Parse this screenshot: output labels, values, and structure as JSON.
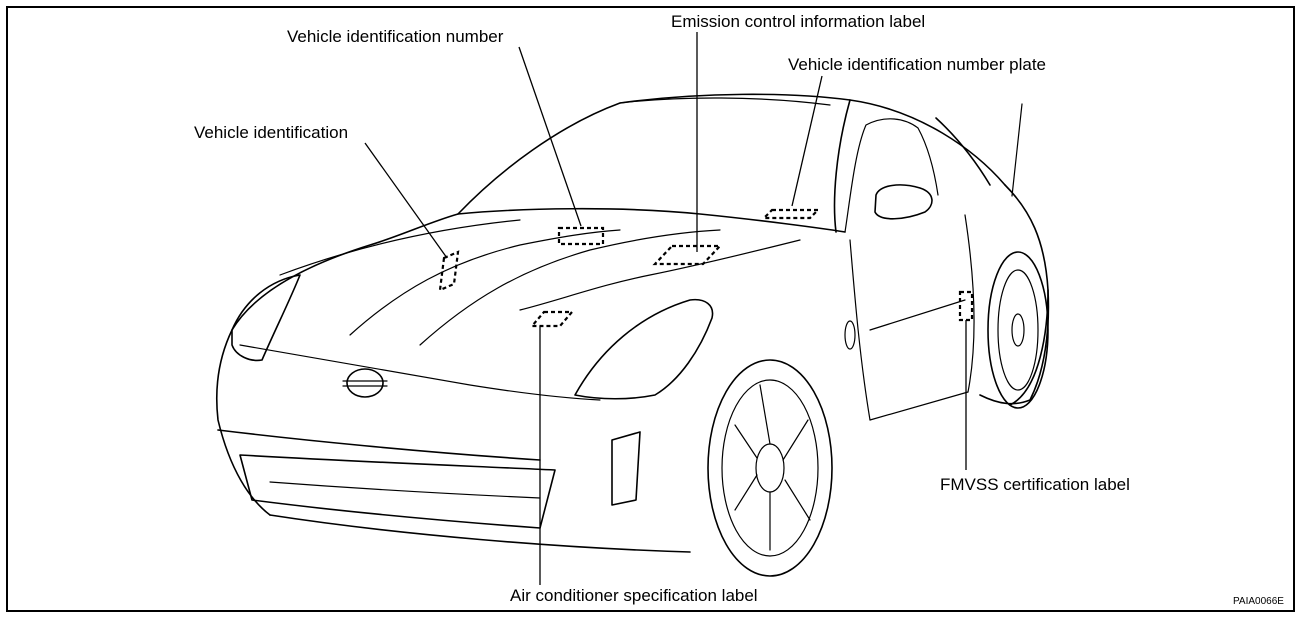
{
  "figure": {
    "code": "PAIA0066E",
    "callouts": {
      "vin_stamp": "Vehicle identification number",
      "emission_label": "Emission control information label",
      "vin_plate": "Vehicle identification number plate",
      "vehicle_identification": "Vehicle identification",
      "fmvss_label": "FMVSS certification label",
      "ac_spec_label": "Air conditioner specification label"
    }
  }
}
